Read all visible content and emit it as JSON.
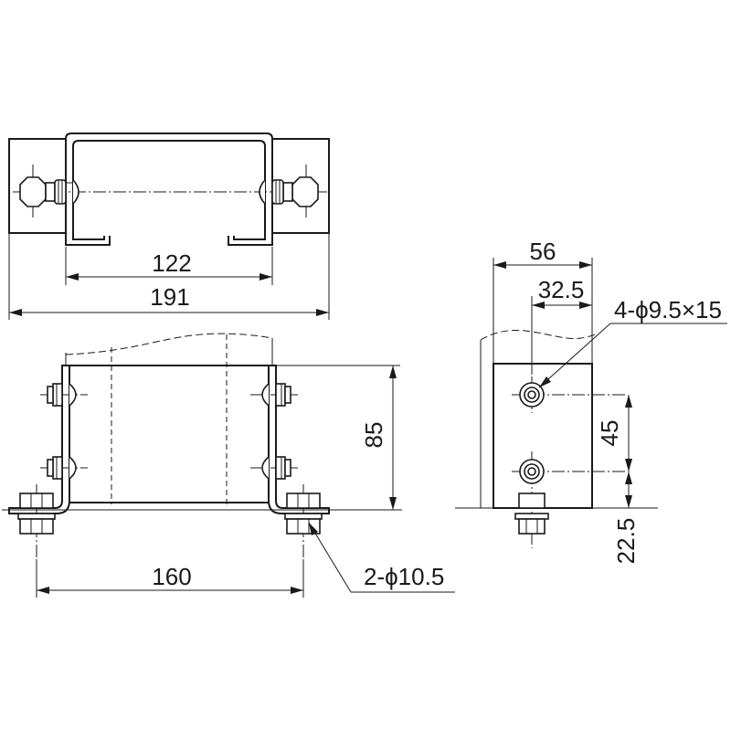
{
  "drawing": {
    "dimensions": {
      "top_inner_width": "122",
      "top_overall_width": "191",
      "front_height": "85",
      "front_bolt_spacing": "160",
      "front_hole_note": "2-ϕ10.5",
      "side_width": "56",
      "side_hole_offset": "32.5",
      "side_hole_note": "4-ϕ9.5×15",
      "side_hole_spacing": "45",
      "side_bottom_offset": "22.5"
    }
  }
}
